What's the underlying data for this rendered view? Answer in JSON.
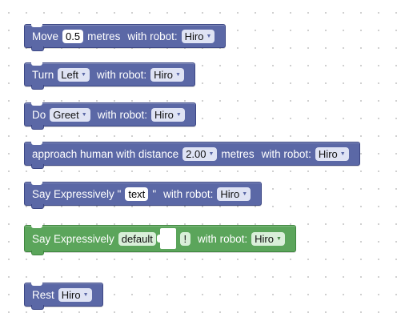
{
  "blocks": {
    "move": {
      "label": "Move",
      "distance_value": "0.5",
      "unit": "metres",
      "robot_label": "with robot:",
      "robot_value": "Hiro"
    },
    "turn": {
      "label": "Turn",
      "direction_value": "Left",
      "robot_label": "with robot:",
      "robot_value": "Hiro"
    },
    "do": {
      "label": "Do",
      "action_value": "Greet",
      "robot_label": "with robot:",
      "robot_value": "Hiro"
    },
    "approach": {
      "label": "approach human with distance",
      "distance_value": "2.00",
      "unit": "metres",
      "robot_label": "with robot:",
      "robot_value": "Hiro"
    },
    "say": {
      "label": "Say Expressively \"",
      "text_value": "text",
      "quote_close": "\"",
      "robot_label": "with robot:",
      "robot_value": "Hiro"
    },
    "say_green": {
      "label": "Say Expressively",
      "style_value": "default",
      "exclaim": "!",
      "robot_label": "with robot:",
      "robot_value": "Hiro"
    },
    "rest": {
      "label": "Rest",
      "robot_value": "Hiro"
    }
  },
  "colors": {
    "motion_block": "#5b68a6",
    "speech_block": "#5ba55b"
  },
  "icons": {
    "dropdown": "▼"
  }
}
